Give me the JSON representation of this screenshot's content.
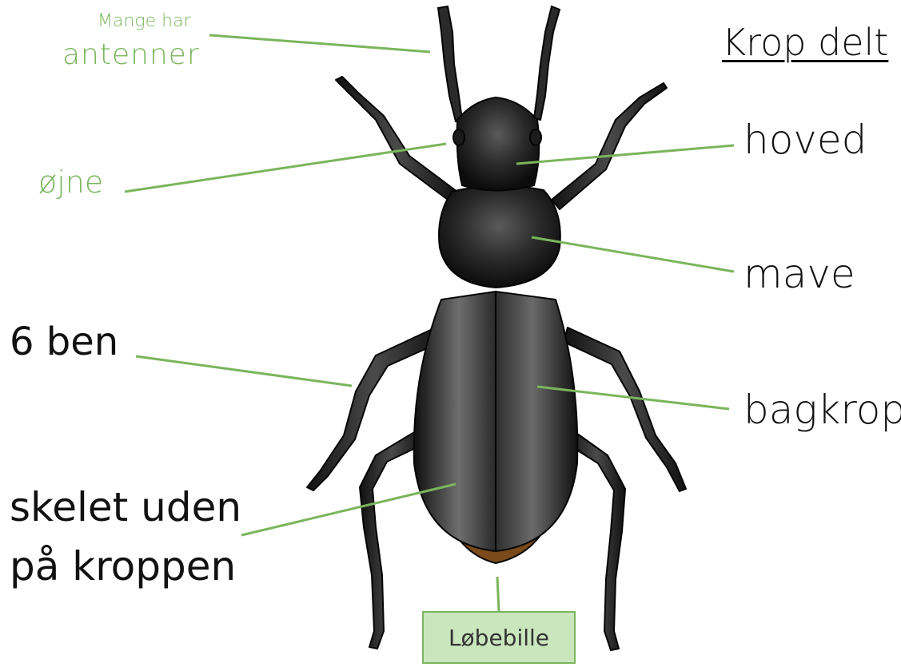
{
  "title": "Krop delt",
  "labels": {
    "antenna_note": "Mange har",
    "antennae": "antenner",
    "eyes": "øjne",
    "head": "hoved",
    "middle": "mave",
    "abdomen": "bagkrop",
    "legs": "6 ben",
    "skeleton_line1": "skelet uden",
    "skeleton_line2": "på kroppen"
  },
  "specimen_name": "Løbebille",
  "colors": {
    "label_green": "#7ab55c",
    "box_fill": "#c9e6bd",
    "beetle_body": "#1a1a1a",
    "beetle_rim": "#7a4a1a"
  }
}
